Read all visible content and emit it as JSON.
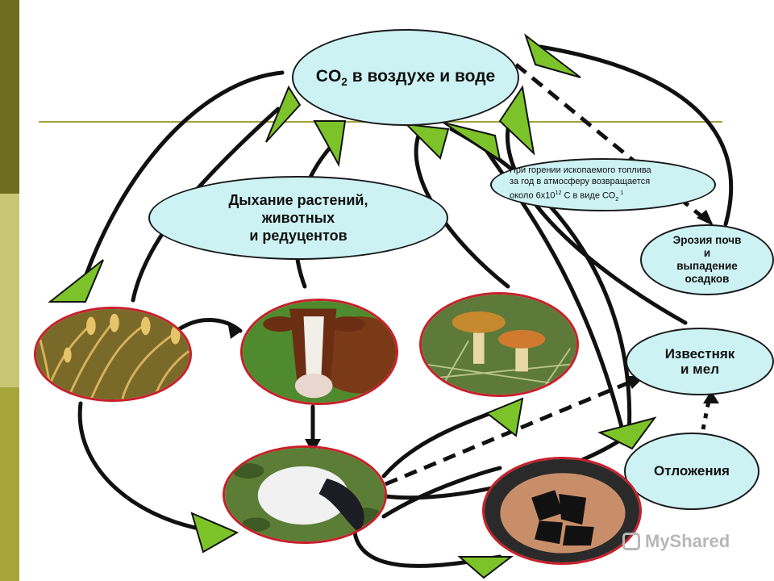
{
  "diagram": {
    "co2_node": {
      "prefix": "CO",
      "subscript": "2",
      "suffix": " в воздухе и воде"
    },
    "respiration_node": {
      "lines": [
        "Дыхание растений,",
        "животных",
        "и редуцентов"
      ]
    },
    "fuel_node": {
      "line1": "При горении ископаемого топлива",
      "line2": "за год в атмосферу возвращается",
      "line3_prefix": "около 6х10",
      "line3_exponent": "12",
      "line3_middle": " С в виде СО",
      "line3_subscript": "2",
      "line3_suffix": " 1"
    },
    "erosion_node": {
      "lines": [
        "Эрозия почв",
        "и",
        "выпадение",
        "осадков"
      ]
    },
    "limestone_node": {
      "lines": [
        "Известняк",
        "и мел"
      ]
    },
    "deposits_node": {
      "label": "Отложения"
    },
    "photos": [
      {
        "name": "wheat-photo",
        "subject": "wheat"
      },
      {
        "name": "cow-photo",
        "subject": "cow"
      },
      {
        "name": "mushroom-photo",
        "subject": "mushrooms"
      },
      {
        "name": "dead-bird-photo",
        "subject": "dead bird"
      },
      {
        "name": "coal-photo",
        "subject": "coal"
      }
    ]
  },
  "watermark": {
    "text": "MyShared"
  },
  "colors": {
    "bubble_fill": "#cdf2f4",
    "arrow_green": "#7cc32a",
    "photo_border": "#c8202a",
    "sidebar_dark": "#6f6d1f",
    "sidebar_light": "#c9c776",
    "sidebar_mid": "#a6a43a",
    "divider_line": "#a8a23a"
  }
}
